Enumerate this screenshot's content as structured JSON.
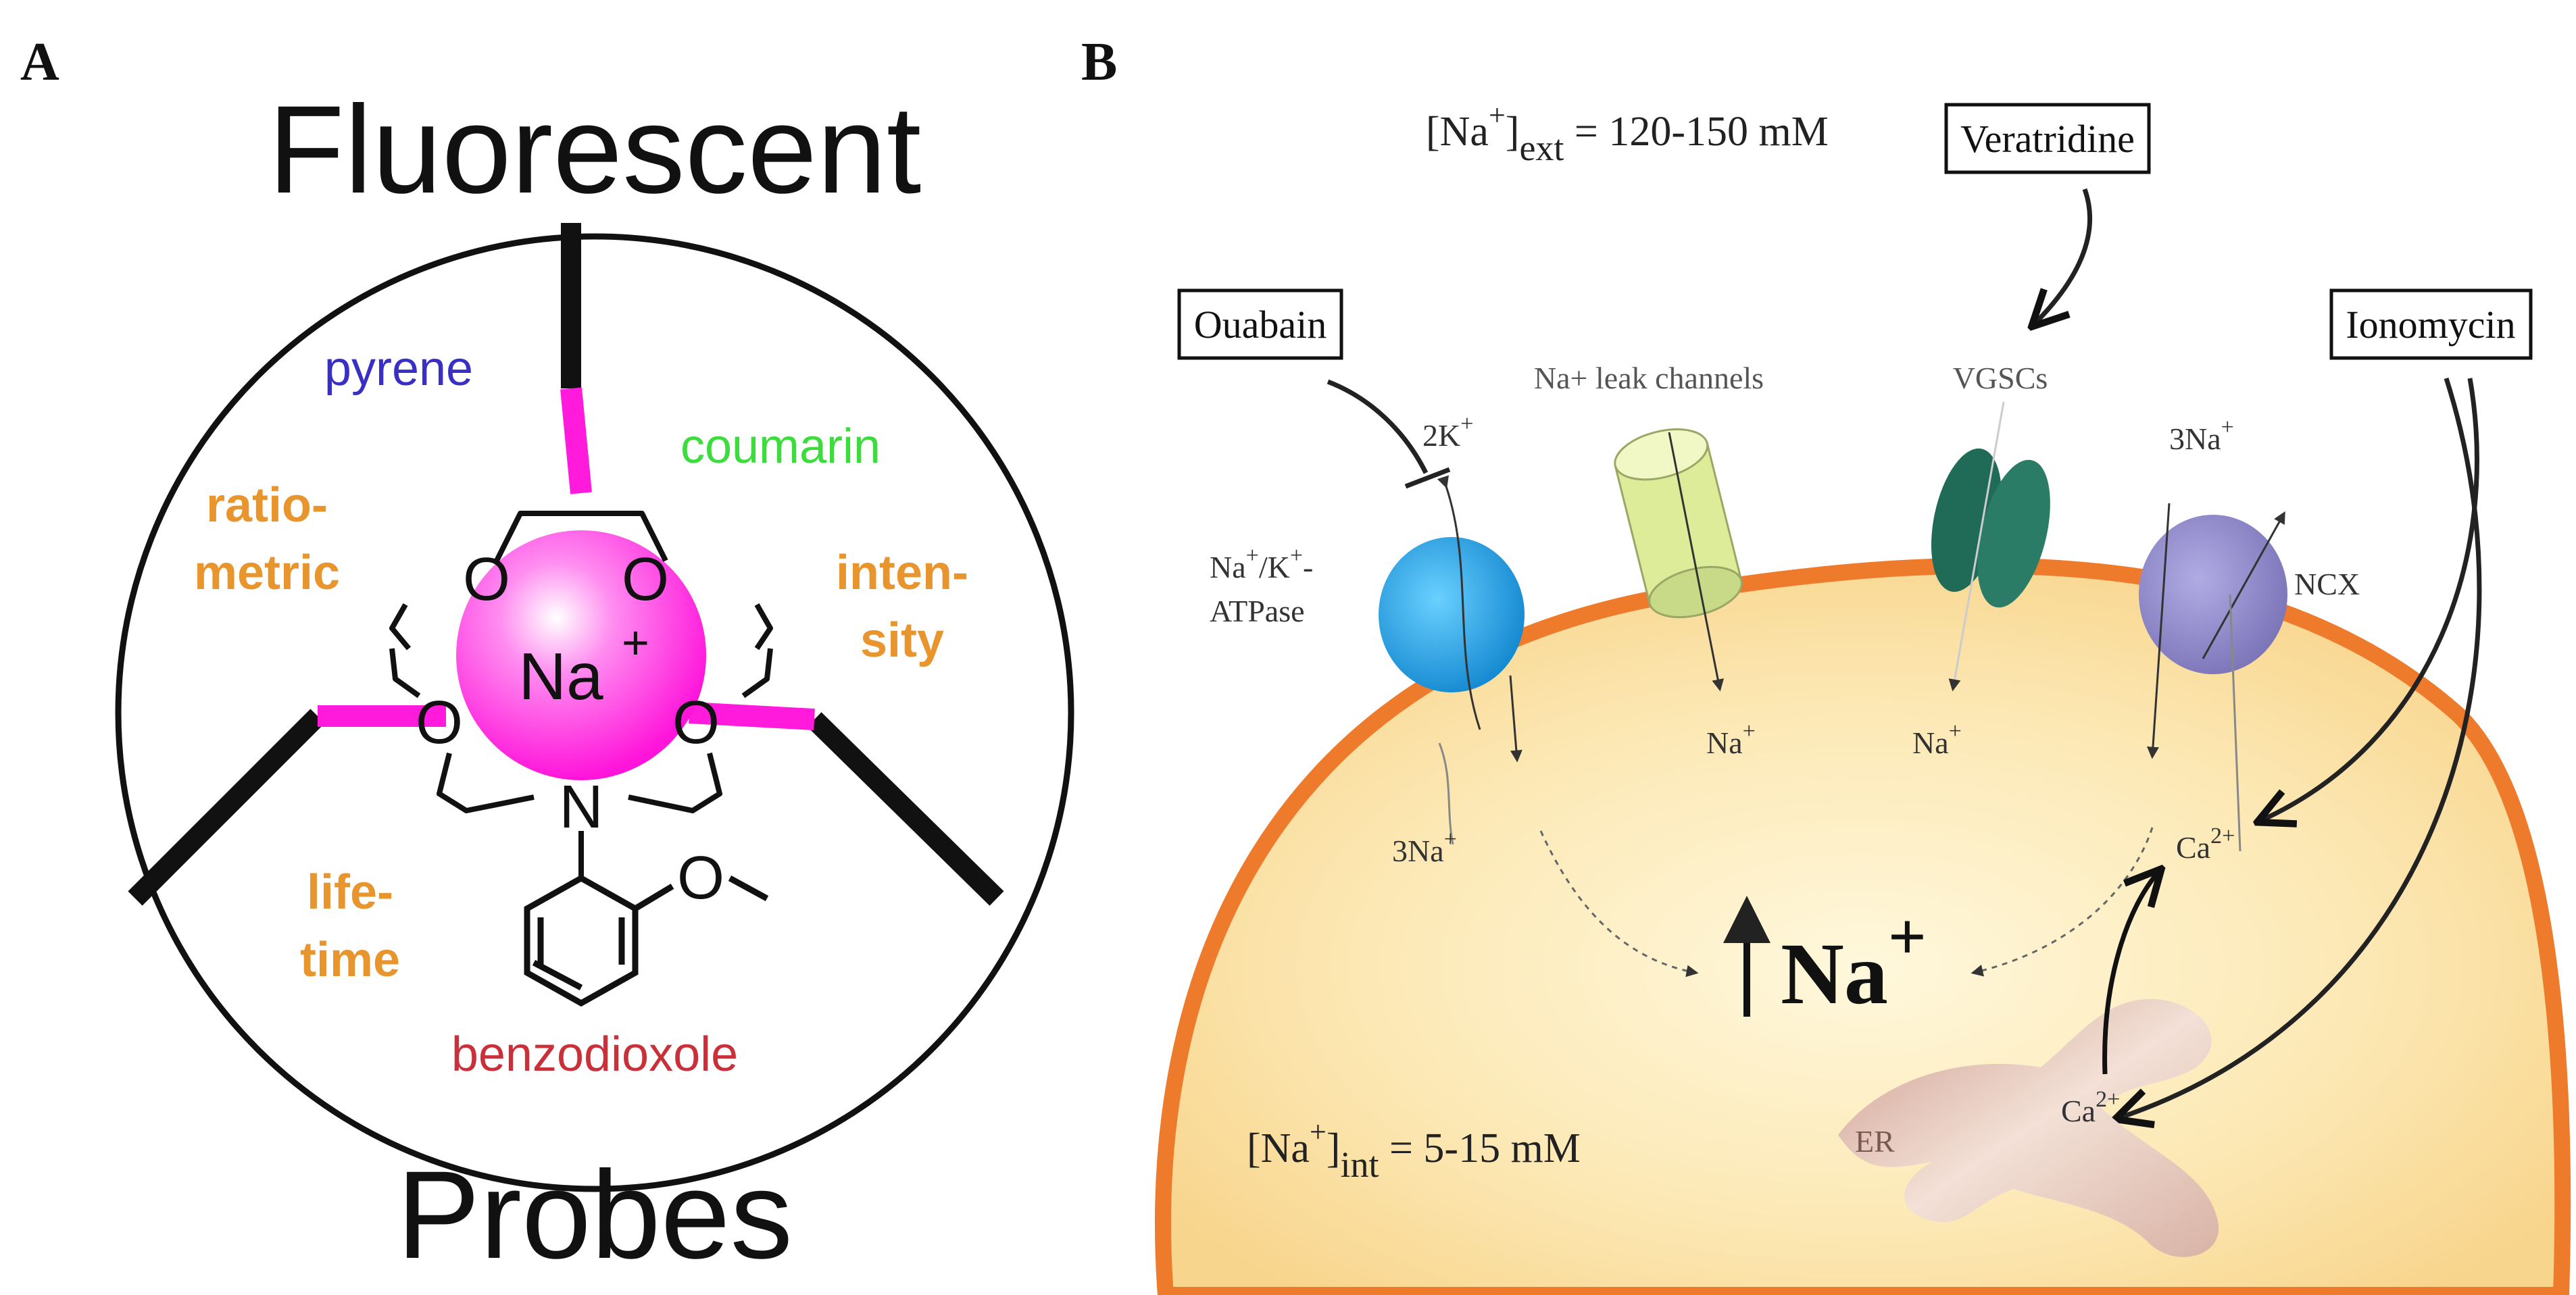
{
  "panel_a": {
    "letter": "A",
    "title_top": "Fluorescent",
    "title_bottom": "Probes",
    "ion": "Na",
    "ion_charge": "+",
    "oxygen": "O",
    "nitrogen": "N",
    "labels": {
      "pyrene": "pyrene",
      "coumarin": "coumarin",
      "ratio_1": "ratio-",
      "ratio_2": "metric",
      "inten_1": "inten-",
      "inten_2": "sity",
      "life_1": "life-",
      "life_2": "time",
      "benzodioxole": "benzodioxole"
    },
    "colors": {
      "pyrene": "#3a2fc4",
      "coumarin": "#3ddc3d",
      "orange": "#e8952e",
      "benzodioxole": "#c9303a",
      "magenta": "#ff1adc"
    }
  },
  "panel_b": {
    "letter": "B",
    "ext_pre": "[Na",
    "ext_sup": "+",
    "ext_close": "]",
    "ext_sub": "ext",
    "ext_value": " = 120-150 mM",
    "int_pre": "[Na",
    "int_sup": "+",
    "int_close": "]",
    "int_sub": "int",
    "int_value": " = 5-15 mM",
    "boxes": {
      "ouabain": "Ouabain",
      "veratridine": "Veratridine",
      "ionomycin": "Ionomycin"
    },
    "labels": {
      "leak": "Na+ leak channels",
      "vgsc": "VGSCs",
      "k_pump": "2K",
      "k_sup": "+",
      "atpase_1a": "Na",
      "atpase_1b": "+",
      "atpase_1c": "/K",
      "atpase_1d": "+",
      "atpase_1e": "-",
      "atpase_2": "ATPase",
      "na3_out": "3Na",
      "na3_out_sup": "+",
      "na3_in": "3Na",
      "na3_in_sup": "+",
      "na_leak": "Na",
      "na_leak_sup": "+",
      "na_vgsc": "Na",
      "na_vgsc_sup": "+",
      "ncx": "NCX",
      "ca_cyto": "Ca",
      "ca_cyto_sup": "2+",
      "ca_er": "Ca",
      "ca_er_sup": "2+",
      "er": "ER",
      "big_na": "Na",
      "big_na_sup": "+"
    },
    "colors": {
      "membrane": "#ee7a2c",
      "cytoplasm": "#fbdf9a",
      "pump": "#1e9fe0",
      "leak_channel": "#dcec99",
      "vgsc": "#1f6b58",
      "ncx": "#8c86c8",
      "er": "#d9b2a5"
    }
  }
}
